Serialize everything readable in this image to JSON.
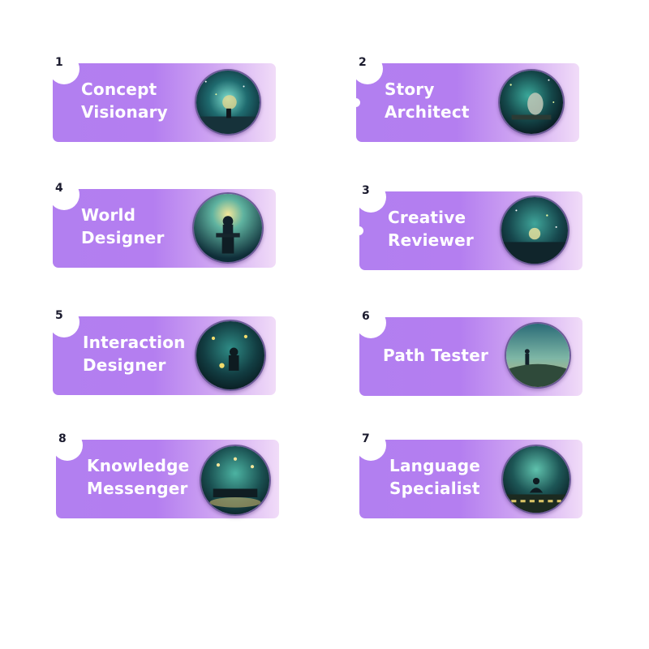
{
  "colors": {
    "card_start": "#b27ff0",
    "card_end": "#f1dcf8",
    "title_text": "#ffffff",
    "badge_bg": "#ffffff",
    "badge_text": "#1b1b2e"
  },
  "cards": [
    {
      "number": "1",
      "title": "Concept\nVisionary",
      "image": "cosmic-figure-under-stars"
    },
    {
      "number": "2",
      "title": "Story\nArchitect",
      "image": "hooded-figure-writing"
    },
    {
      "number": "4",
      "title": "World\nDesigner",
      "image": "figure-on-pedestal"
    },
    {
      "number": "3",
      "title": "Creative\nReviewer",
      "image": "crowd-under-stars"
    },
    {
      "number": "5",
      "title": "Interaction\nDesigner",
      "image": "figure-with-lanterns"
    },
    {
      "number": "6",
      "title": "Path Tester",
      "image": "hiker-on-hill"
    },
    {
      "number": "8",
      "title": "Knowledge\nMessenger",
      "image": "gathering-under-lights"
    },
    {
      "number": "7",
      "title": "Language\nSpecialist",
      "image": "meditating-figure"
    }
  ]
}
